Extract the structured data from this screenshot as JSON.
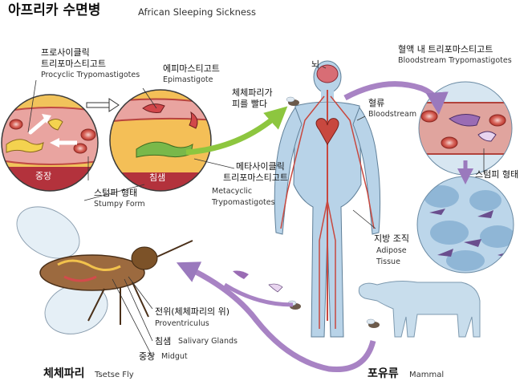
{
  "title": {
    "ko": "아프리카 수면병",
    "en": "African Sleeping Sickness"
  },
  "labels": {
    "procyclic_ko_1": "프로사이클릭",
    "procyclic_ko_2": "트리포마스티고트",
    "procyclic_en": "Procyclic Trypomastigotes",
    "epi_ko": "에피마스티고트",
    "epi_en": "Epimastigote",
    "bite_ko_1": "체체파리가",
    "bite_ko_2": "피를 빨다",
    "brain_ko": "뇌",
    "bloodstream_trypo_ko": "혈액 내 트리포마스티고트",
    "bloodstream_trypo_en": "Bloodstream Trypomastigotes",
    "bloodflow_ko": "혈류",
    "bloodflow_en": "Bloodstream",
    "midgut_circle": "중장",
    "salivary_circle": "침샘",
    "stumpy_left_ko": "스텀피 형태",
    "stumpy_left_en": "Stumpy Form",
    "metacyclic_ko_1": "메타사이클릭",
    "metacyclic_ko_2": "트리포마스티고트",
    "metacyclic_en_1": "Metacyclic",
    "metacyclic_en_2": "Trypomastigotes",
    "stumpy_right_ko": "스텀피 형태",
    "adipose_ko": "지방 조직",
    "adipose_en_1": "Adipose",
    "adipose_en_2": "Tissue",
    "proventriculus_ko": "전위(체체파리의 위)",
    "proventriculus_en": "Proventriculus",
    "salivary_ko": "침샘",
    "salivary_en": "Salivary Glands",
    "midgut_ko": "중장",
    "midgut_en": "Midgut",
    "tsetse_ko": "체체파리",
    "tsetse_en": "Tsetse Fly",
    "mammal_ko": "포유류",
    "mammal_en": "Mammal"
  },
  "colors": {
    "parasite": "#9a6cb4",
    "arrow_purple": "#a883c4",
    "arrow_green": "#8dc63f",
    "blood_red": "#c8483f",
    "tissue_blue": "#bcd6ea",
    "body_blue": "#b8d3e8",
    "gut_yellow": "#f2c24c"
  }
}
